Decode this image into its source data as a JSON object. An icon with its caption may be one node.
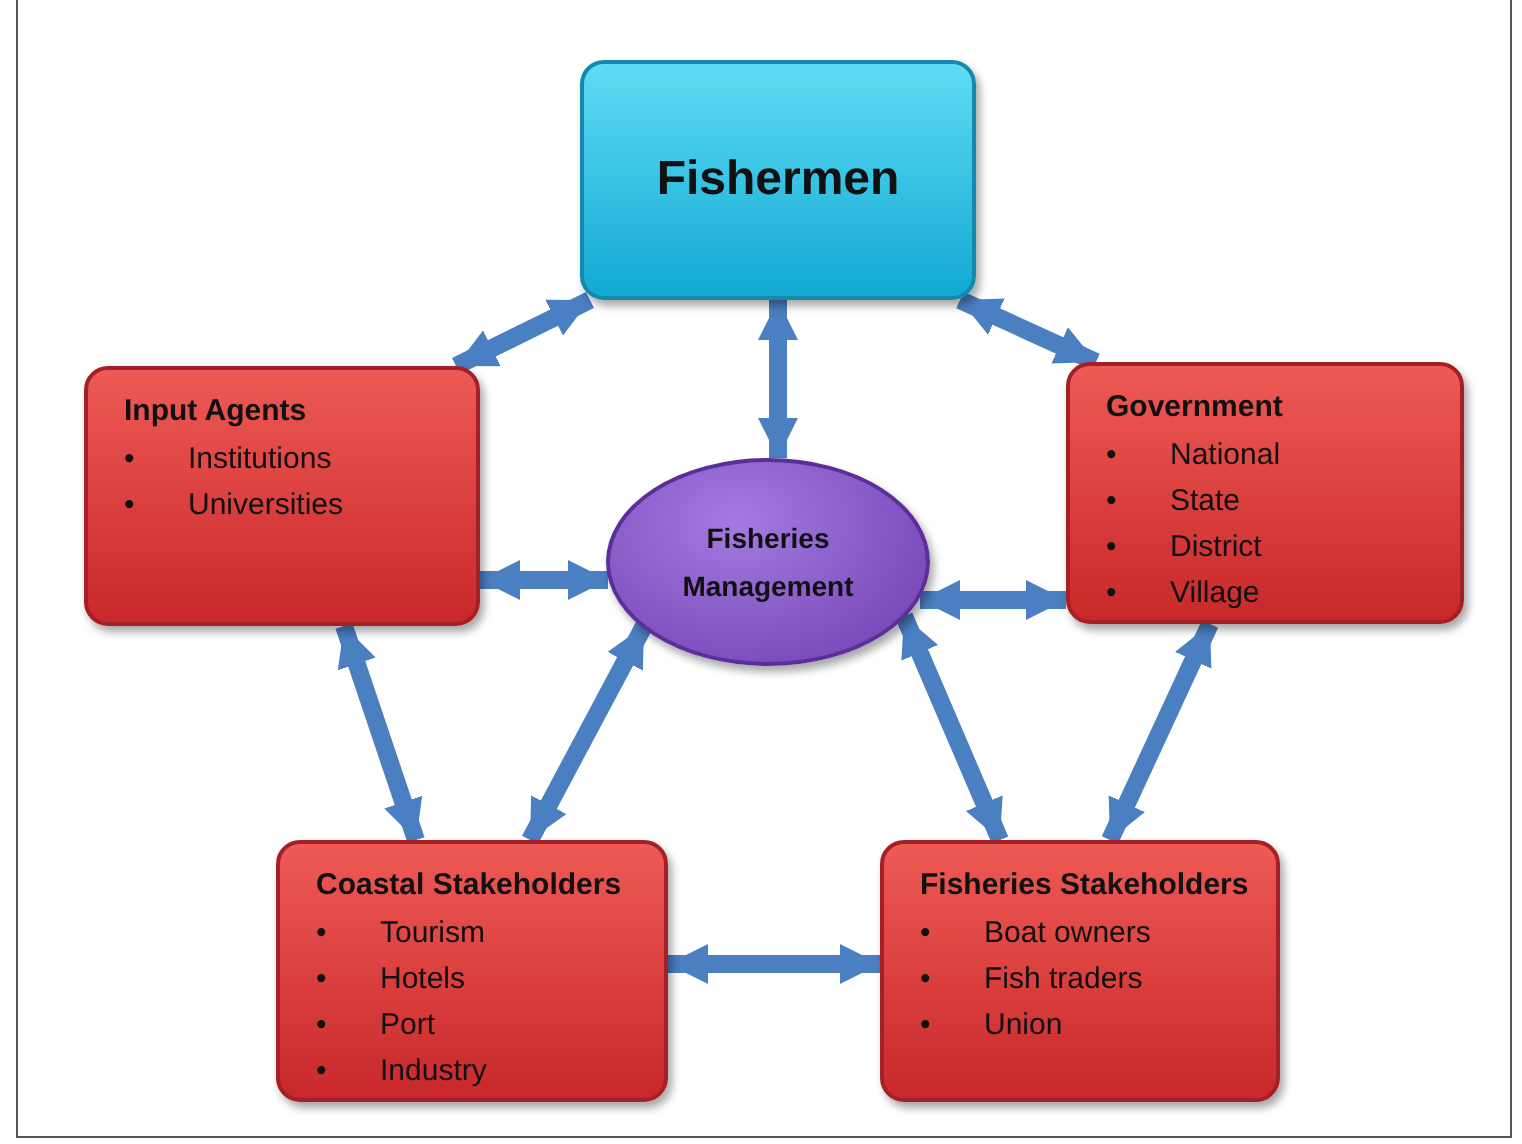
{
  "diagram": {
    "nodes": [
      {
        "text": [
          "Fishermen"
        ]
      },
      {
        "text": [
          "Input Agents",
          "• Institutions",
          "• Universities"
        ]
      },
      {
        "text": [
          "Government",
          "• National",
          "• State",
          "• District",
          "• Village"
        ]
      },
      {
        "text": [
          "Fisheries Management"
        ]
      },
      {
        "text": [
          "Coastal Stakeholders",
          "• Tourism",
          "• Hotels",
          "• Port",
          "• Industry"
        ]
      },
      {
        "text": [
          "Fisheries Stakeholders",
          "• Boat owners",
          "• Fish traders",
          "• Union"
        ]
      }
    ],
    "edges": [
      {
        "from": 0,
        "to": 1,
        "arrow": "both"
      },
      {
        "from": 0,
        "to": 2,
        "arrow": "both"
      },
      {
        "from": 0,
        "to": 3,
        "arrow": "both"
      },
      {
        "from": 1,
        "to": 3,
        "arrow": "both"
      },
      {
        "from": 2,
        "to": 3,
        "arrow": "both"
      },
      {
        "from": 1,
        "to": 4,
        "arrow": "both"
      },
      {
        "from": 3,
        "to": 4,
        "arrow": "both"
      },
      {
        "from": 3,
        "to": 5,
        "arrow": "both"
      },
      {
        "from": 2,
        "to": 5,
        "arrow": "both"
      },
      {
        "from": 4,
        "to": 5,
        "arrow": "both"
      }
    ]
  }
}
